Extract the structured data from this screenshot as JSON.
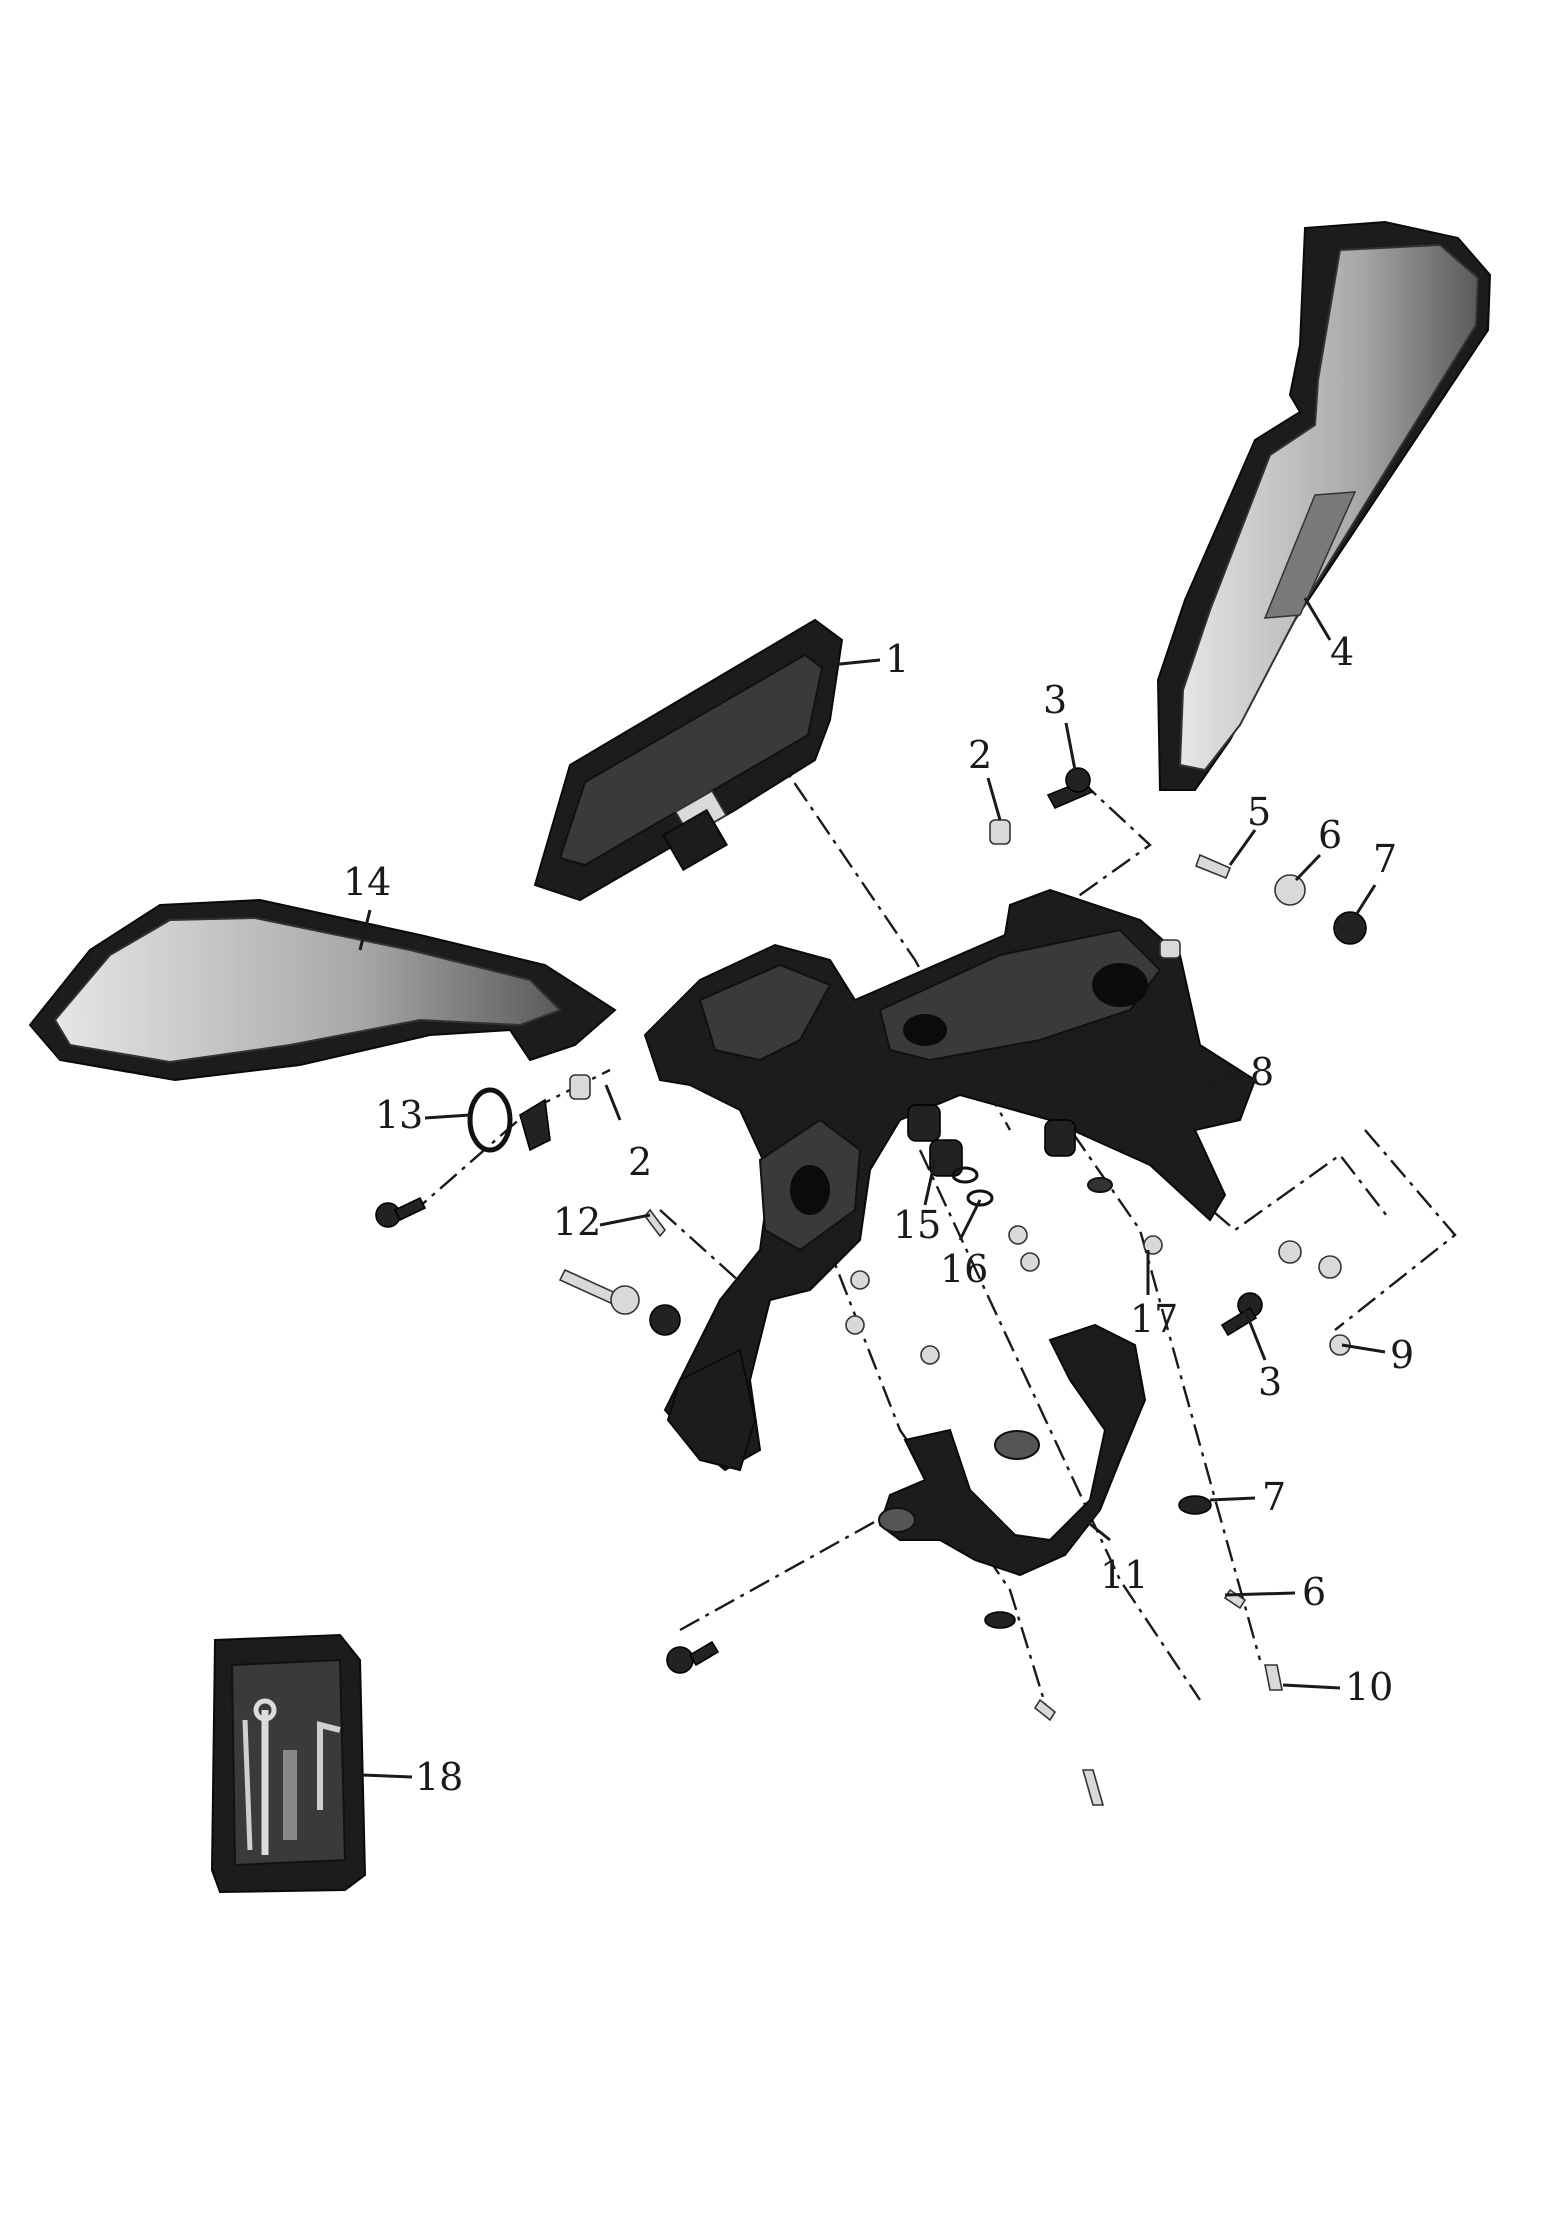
{
  "callouts": [
    {
      "id": "c1",
      "label": "1"
    },
    {
      "id": "c2a",
      "label": "2"
    },
    {
      "id": "c2b",
      "label": "2"
    },
    {
      "id": "c3a",
      "label": "3"
    },
    {
      "id": "c3b",
      "label": "3"
    },
    {
      "id": "c4",
      "label": "4"
    },
    {
      "id": "c5",
      "label": "5"
    },
    {
      "id": "c6a",
      "label": "6"
    },
    {
      "id": "c6b",
      "label": "6"
    },
    {
      "id": "c7a",
      "label": "7"
    },
    {
      "id": "c7b",
      "label": "7"
    },
    {
      "id": "c8",
      "label": "8"
    },
    {
      "id": "c9",
      "label": "9"
    },
    {
      "id": "c10",
      "label": "10"
    },
    {
      "id": "c11",
      "label": "11"
    },
    {
      "id": "c12",
      "label": "12"
    },
    {
      "id": "c13",
      "label": "13"
    },
    {
      "id": "c14",
      "label": "14"
    },
    {
      "id": "c15",
      "label": "15"
    },
    {
      "id": "c16",
      "label": "16"
    },
    {
      "id": "c17",
      "label": "17"
    },
    {
      "id": "c18",
      "label": "18"
    }
  ]
}
